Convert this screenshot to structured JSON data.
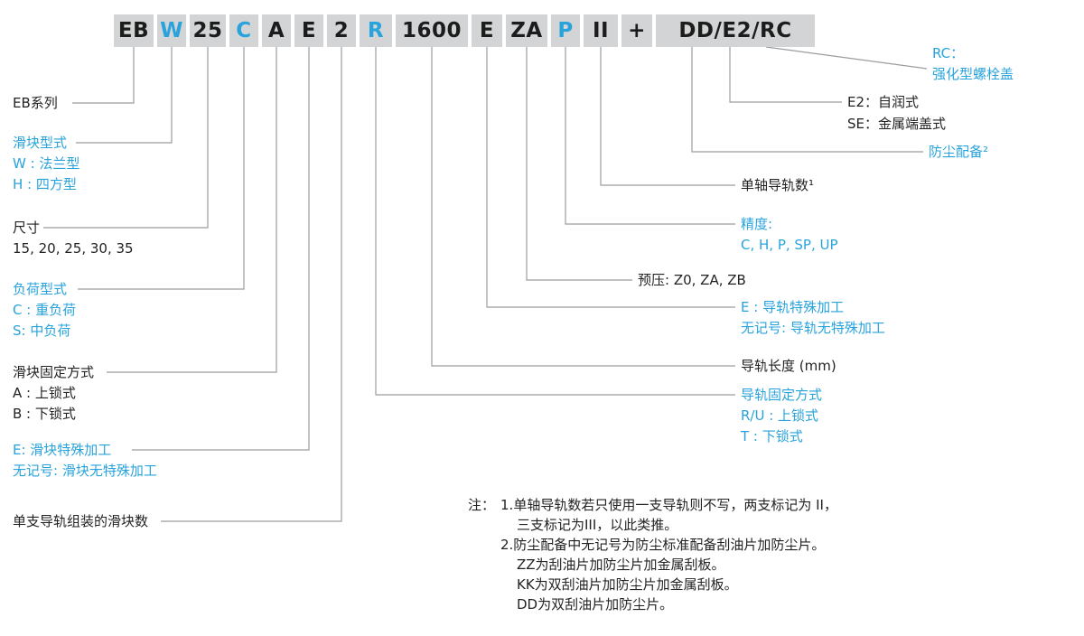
{
  "colors": {
    "accent_blue": "#29a3dc",
    "text_black": "#232323",
    "box_gray": "#d2d4d6",
    "line_gray": "#9c9c9c"
  },
  "code": {
    "segments": [
      {
        "text": "EB",
        "blue": false
      },
      {
        "text": "W",
        "blue": true
      },
      {
        "text": "25",
        "blue": false
      },
      {
        "text": "C",
        "blue": true
      },
      {
        "text": "A",
        "blue": false
      },
      {
        "text": "E",
        "blue": false
      },
      {
        "text": "2",
        "blue": false
      },
      {
        "text": "R",
        "blue": true
      },
      {
        "text": "1600",
        "blue": false
      },
      {
        "text": "E",
        "blue": false
      },
      {
        "text": "ZA",
        "blue": false
      },
      {
        "text": "P",
        "blue": true
      },
      {
        "text": "II",
        "blue": false
      },
      {
        "text": "+",
        "blue": false
      },
      {
        "text": "DD/E2/RC",
        "blue": false
      }
    ]
  },
  "left_labels": [
    {
      "lines": [
        "EB系列"
      ],
      "blue": false
    },
    {
      "lines": [
        "滑块型式",
        "W : 法兰型",
        "H : 四方型"
      ],
      "blue": true
    },
    {
      "lines": [
        "尺寸",
        "15, 20, 25, 30, 35"
      ],
      "blue": false
    },
    {
      "lines": [
        "负荷型式",
        "C : 重负荷",
        "S: 中负荷"
      ],
      "blue": true
    },
    {
      "lines": [
        "滑块固定方式",
        "A : 上锁式",
        "B : 下锁式"
      ],
      "blue": false
    },
    {
      "lines": [
        "E: 滑块特殊加工",
        "无记号: 滑块无特殊加工"
      ],
      "blue": true
    },
    {
      "lines": [
        "单支导轨组装的滑块数"
      ],
      "blue": false
    }
  ],
  "right_labels": [
    {
      "lines": [
        "RC：",
        "强化型螺栓盖"
      ],
      "blue": true
    },
    {
      "lines": [
        "E2：自润式",
        "SE：金属端盖式"
      ],
      "blue": false
    },
    {
      "lines": [
        "防尘配备²"
      ],
      "blue": true
    },
    {
      "lines": [
        "单轴导轨数¹"
      ],
      "blue": false
    },
    {
      "lines": [
        "精度:",
        "C, H, P, SP, UP"
      ],
      "blue": true
    },
    {
      "lines": [
        "预压: Z0, ZA, ZB"
      ],
      "blue": false
    },
    {
      "lines": [
        "E : 导轨特殊加工",
        "无记号: 导轨无特殊加工"
      ],
      "blue": true
    },
    {
      "lines": [
        "导轨长度 (mm)"
      ],
      "blue": false
    },
    {
      "lines": [
        "导轨固定方式",
        "R/U : 上锁式",
        "T : 下锁式"
      ],
      "blue": true
    }
  ],
  "notes": {
    "prefix": "注：",
    "lines": [
      "1.单轴导轨数若只使用一支导轨则不写，两支标记为 II，",
      "三支标记为III，以此类推。",
      "2.防尘配备中无记号为防尘标准配备刮油片加防尘片。",
      "ZZ为刮油片加防尘片加金属刮板。",
      "KK为双刮油片加防尘片加金属刮板。",
      "DD为双刮油片加防尘片。"
    ]
  }
}
